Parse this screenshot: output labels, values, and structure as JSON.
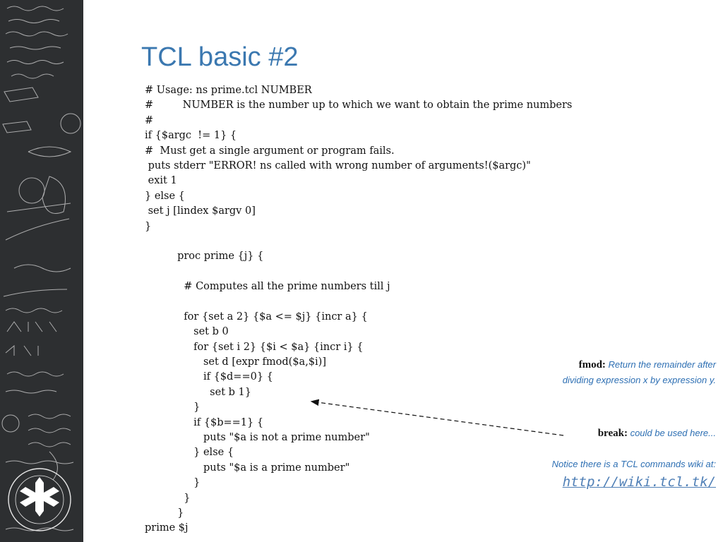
{
  "slide": {
    "title": "TCL basic #2",
    "code_lines": [
      "# Usage: ns prime.tcl NUMBER",
      "#         NUMBER is the number up to which we want to obtain the prime numbers",
      "#",
      "if {$argc  != 1} {",
      "#  Must get a single argument or program fails.",
      " puts stderr \"ERROR! ns called with wrong number of arguments!($argc)\"",
      " exit 1",
      "} else {",
      " set j [lindex $argv 0]",
      "}",
      "",
      "          proc prime {j} {",
      "",
      "            # Computes all the prime numbers till j",
      "",
      "            for {set a 2} {$a <= $j} {incr a} {",
      "               set b 0",
      "               for {set i 2} {$i < $a} {incr i} {",
      "                  set d [expr fmod($a,$i)]",
      "                  if {$d==0} {",
      "                    set b 1}",
      "               }",
      "               if {$b==1} {",
      "                  puts \"$a is not a prime number\"",
      "               } else {",
      "                  puts \"$a is a prime number\"",
      "               }",
      "            }",
      "          }",
      "prime $j"
    ]
  },
  "notes": {
    "fmod_keyword": "fmod:",
    "fmod_line1": "Return the remainder after",
    "fmod_line2": "dividing expression x by expression y.",
    "break_keyword": "break:",
    "break_text": "could be used here...",
    "wiki_text": "Notice there is a TCL commands wiki at:",
    "wiki_url": "http://wiki.tcl.tk/"
  },
  "colors": {
    "title": "#3b78b0",
    "note_text": "#2d6fb3",
    "link": "#4f7fb6",
    "sidebar": "#2d2f31"
  },
  "sidebar": {
    "logo_name": "university-logo"
  }
}
